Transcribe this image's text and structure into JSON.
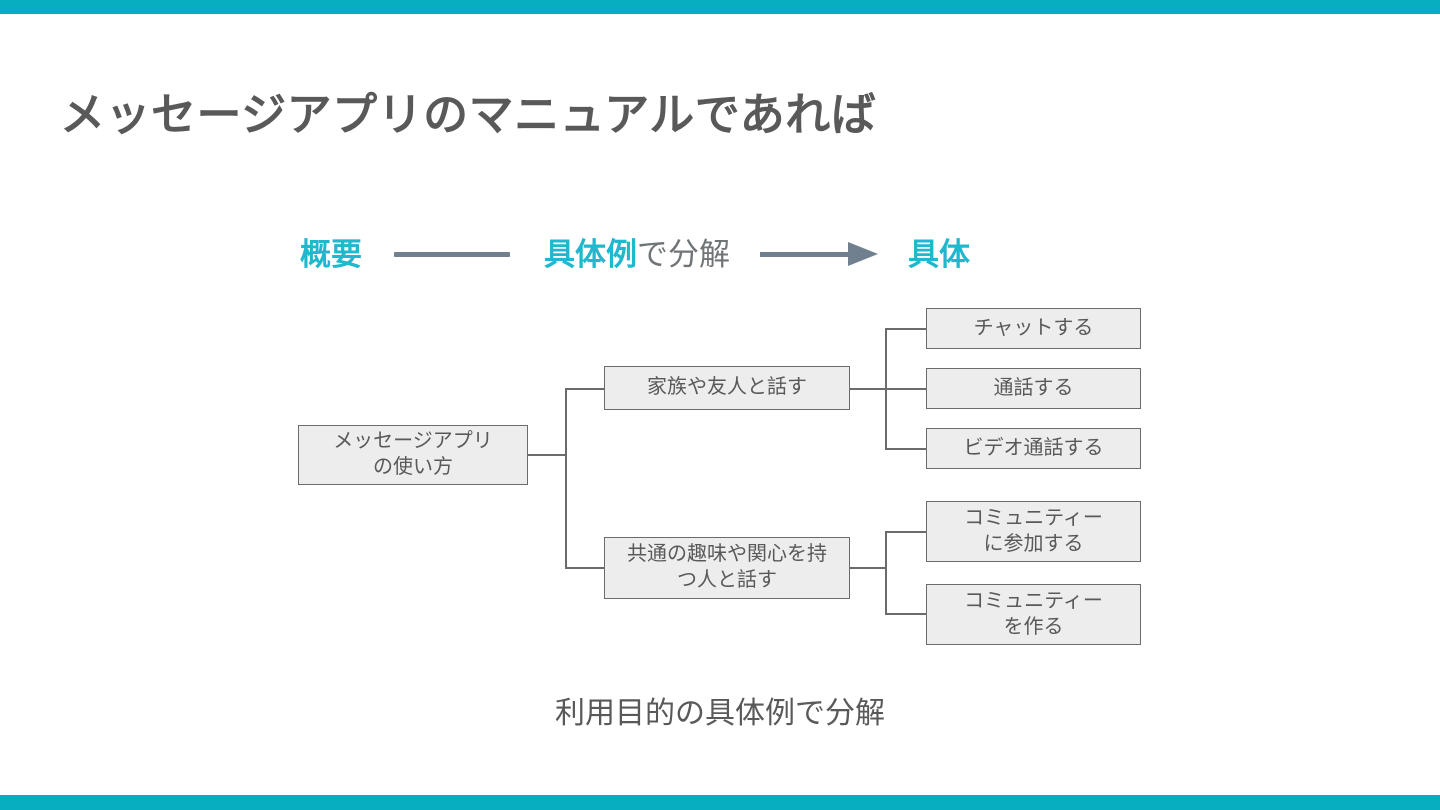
{
  "slide": {
    "title": "メッセージアプリのマニュアルであれば",
    "caption": "利用目的の具体例で分解",
    "accent_color": "#06AFC0",
    "teal_text_color": "#1FB8CC",
    "connector_color": "#70808F",
    "box_fill": "#EDEDED",
    "box_border": "#6B6B6B",
    "text_color": "#595959"
  },
  "axis": {
    "left_label": "概要",
    "middle_label_accent": "具体例",
    "middle_label_rest": "で分解",
    "right_label": "具体"
  },
  "tree": {
    "root": {
      "line1": "メッセージアプリ",
      "line2": "の使い方"
    },
    "branches": [
      {
        "label": "家族や友人と話す",
        "leaves": [
          {
            "line1": "チャットする",
            "line2": ""
          },
          {
            "line1": "通話する",
            "line2": ""
          },
          {
            "line1": "ビデオ通話する",
            "line2": ""
          }
        ]
      },
      {
        "line1": "共通の趣味や関心を持",
        "line2": "つ人と話す",
        "leaves": [
          {
            "line1": "コミュニティー",
            "line2": "に参加する"
          },
          {
            "line1": "コミュニティー",
            "line2": "を作る"
          }
        ]
      }
    ]
  }
}
